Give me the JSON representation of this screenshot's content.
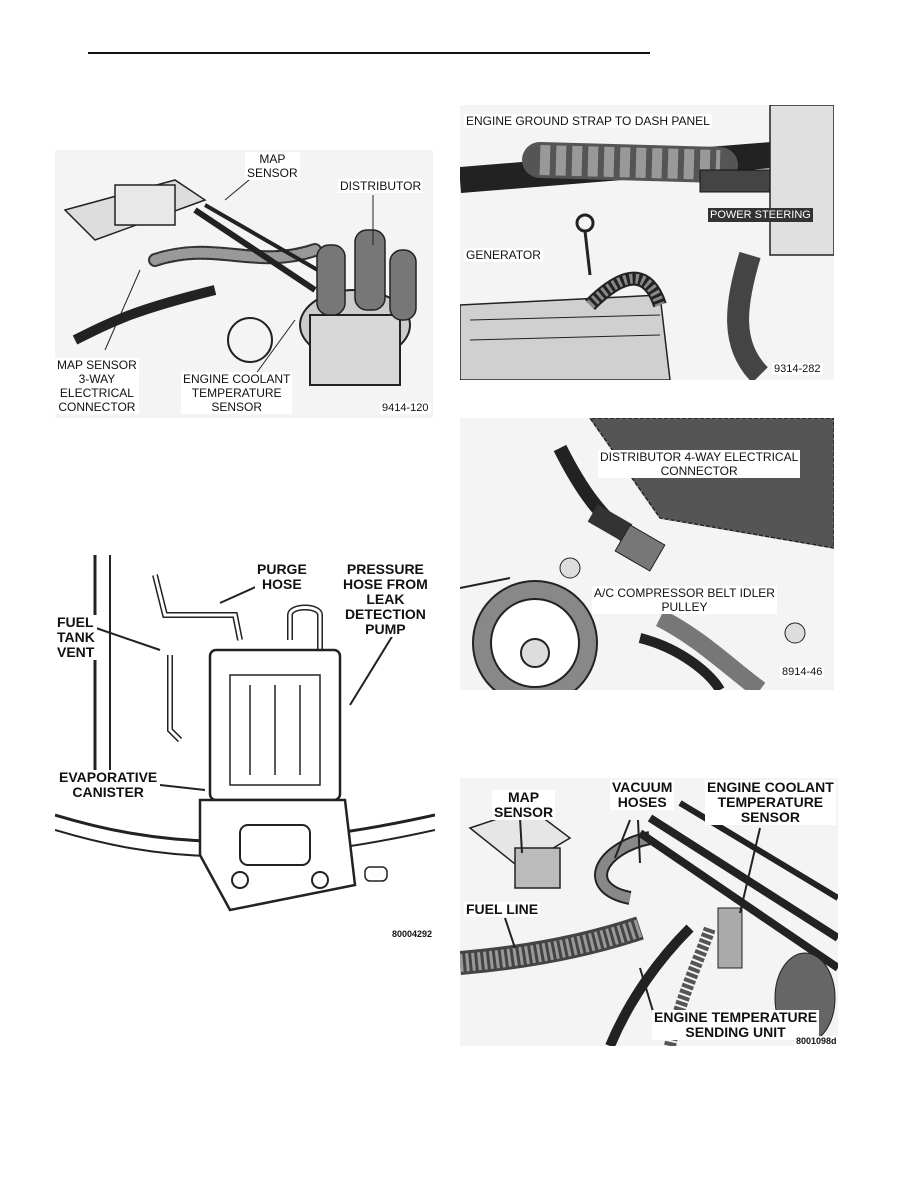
{
  "figures": {
    "map_sensor_engine": {
      "labels": {
        "map_sensor": "MAP\nSENSOR",
        "distributor": "DISTRIBUTOR",
        "map_connector": "MAP SENSOR\n3-WAY\nELECTRICAL\nCONNECTOR",
        "coolant_sensor": "ENGINE COOLANT\nTEMPERATURE\nSENSOR"
      },
      "code": "9414-120"
    },
    "ground_strap": {
      "labels": {
        "ground_strap": "ENGINE GROUND STRAP TO DASH PANEL",
        "generator": "GENERATOR",
        "power_steering": "POWER STEERING"
      },
      "code": "9314-282"
    },
    "distributor_connector": {
      "labels": {
        "connector": "DISTRIBUTOR 4-WAY ELECTRICAL\nCONNECTOR",
        "idler": "A/C COMPRESSOR BELT IDLER\nPULLEY"
      },
      "code": "8914-46"
    },
    "evap_canister": {
      "labels": {
        "purge_hose": "PURGE\nHOSE",
        "pressure_hose": "PRESSURE\nHOSE FROM\nLEAK\nDETECTION\nPUMP",
        "fuel_tank_vent": "FUEL\nTANK\nVENT",
        "evap_canister": "EVAPORATIVE\nCANISTER"
      },
      "code": "80004292"
    },
    "vacuum_hoses": {
      "labels": {
        "map_sensor": "MAP\nSENSOR",
        "vacuum_hoses": "VACUUM\nHOSES",
        "coolant_sensor": "ENGINE COOLANT\nTEMPERATURE\nSENSOR",
        "fuel_line": "FUEL LINE",
        "temp_sending": "ENGINE TEMPERATURE\nSENDING UNIT"
      },
      "code": "8001098d"
    }
  }
}
